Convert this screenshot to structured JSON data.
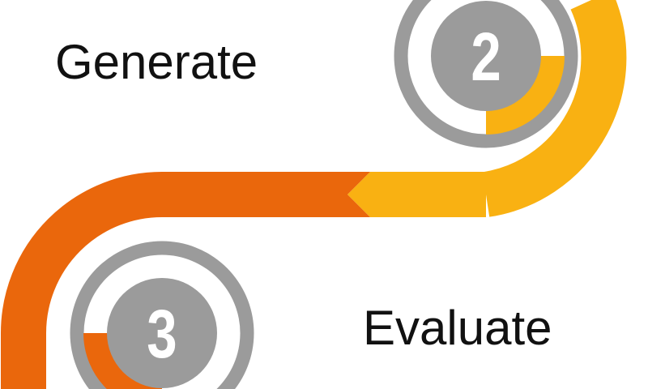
{
  "steps": [
    {
      "number": "2",
      "label": "Generate",
      "color": "#F9B112"
    },
    {
      "number": "3",
      "label": "Evaluate",
      "color": "#EA670C"
    }
  ],
  "colors": {
    "ring": "#9B9B9B",
    "text": "#111111"
  }
}
